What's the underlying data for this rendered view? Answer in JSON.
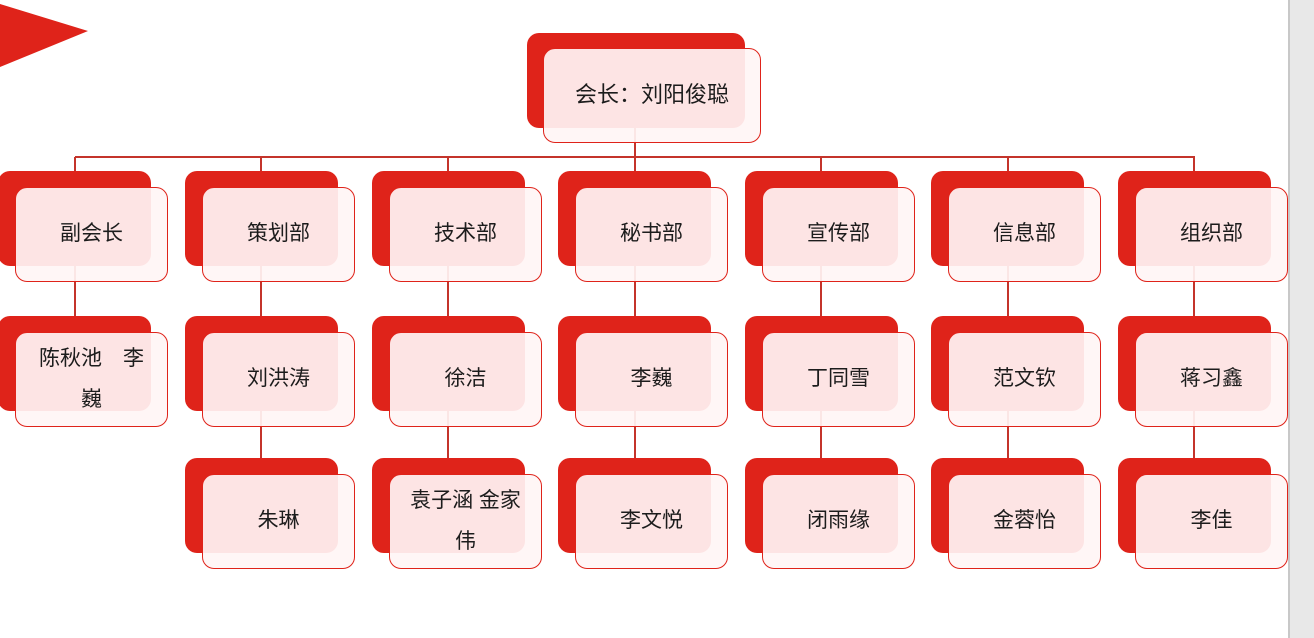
{
  "window": {
    "background": "#ffffff"
  },
  "colors": {
    "accent_red": "#df231a",
    "box_fill_tint": "#fff5f5",
    "connector_red": "#c4342b",
    "scrollbar_track": "#e8e8e8",
    "scrollbar_border": "#c8c8c8",
    "text": "#1c1c1c"
  },
  "decorations": {
    "corner_flag": "red-triangle"
  },
  "org_chart": {
    "root": {
      "label": "会长：刘阳俊聪"
    },
    "columns": [
      {
        "dept": "副会长",
        "members": [
          "陈秋池　李\n巍"
        ]
      },
      {
        "dept": "策划部",
        "members": [
          "刘洪涛",
          "朱琳"
        ]
      },
      {
        "dept": "技术部",
        "members": [
          "徐洁",
          "袁子涵 金家\n伟"
        ]
      },
      {
        "dept": "秘书部",
        "members": [
          "李巍",
          "李文悦"
        ]
      },
      {
        "dept": "宣传部",
        "members": [
          "丁同雪",
          "闭雨缘"
        ]
      },
      {
        "dept": "信息部",
        "members": [
          "范文钦",
          "金蓉怡"
        ]
      },
      {
        "dept": "组织部",
        "members": [
          "蒋习鑫",
          "李佳"
        ]
      }
    ]
  }
}
